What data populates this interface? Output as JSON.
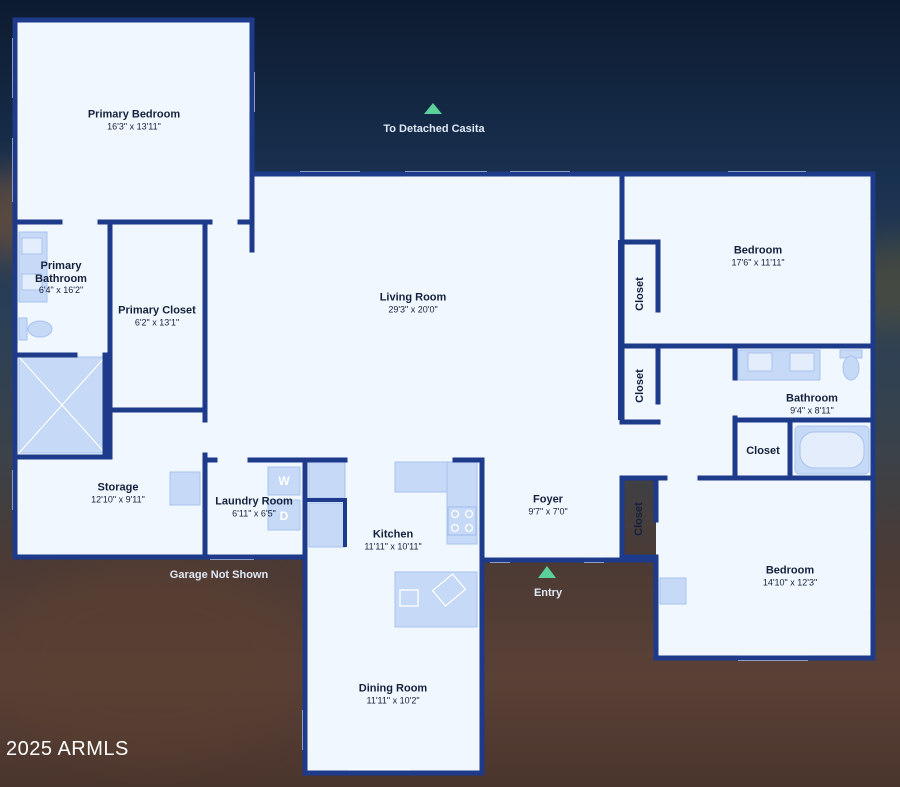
{
  "colors": {
    "wall": "#1e3a8a",
    "floor": "#f1f7fe",
    "fixture": "#c6d9f7",
    "marker": "#5ad19a"
  },
  "rooms": {
    "primary_bedroom": {
      "name": "Primary Bedroom",
      "dim": "16'3\" x 13'11\""
    },
    "primary_bathroom": {
      "name": "Primary\nBathroom",
      "dim": "6'4\" x 16'2\""
    },
    "primary_closet": {
      "name": "Primary Closet",
      "dim": "6'2\" x 13'1\""
    },
    "storage": {
      "name": "Storage",
      "dim": "12'10\" x 9'11\""
    },
    "laundry_room": {
      "name": "Laundry Room",
      "dim": "6'11\" x 6'5\""
    },
    "living_room": {
      "name": "Living Room",
      "dim": "29'3\" x 20'0\""
    },
    "kitchen": {
      "name": "Kitchen",
      "dim": "11'11\" x 10'11\""
    },
    "dining_room": {
      "name": "Dining Room",
      "dim": "11'11\" x 10'2\""
    },
    "foyer": {
      "name": "Foyer",
      "dim": "9'7\" x 7'0\""
    },
    "bedroom_1": {
      "name": "Bedroom",
      "dim": "17'6\" x 11'11\""
    },
    "bathroom": {
      "name": "Bathroom",
      "dim": "9'4\" x 8'11\""
    },
    "bedroom_2": {
      "name": "Bedroom",
      "dim": "14'10\" x 12'3\""
    }
  },
  "closets": [
    "Closet",
    "Closet",
    "Closet",
    "Closet"
  ],
  "notes": {
    "casita": "To Detached Casita",
    "garage": "Garage Not Shown",
    "entry": "Entry"
  },
  "appliance_letters": {
    "washer": "W",
    "dryer": "D"
  },
  "watermark": "2025 ARMLS"
}
